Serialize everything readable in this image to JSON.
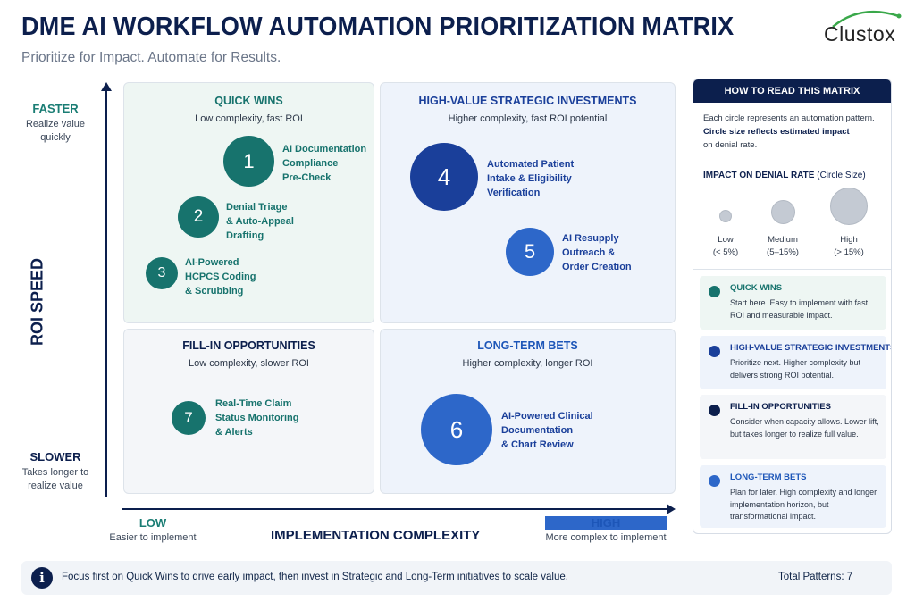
{
  "header": {
    "title": "DME AI WORKFLOW AUTOMATION PRIORITIZATION MATRIX",
    "subtitle": "Prioritize for Impact. Automate for Results.",
    "logo_text": "Clustox"
  },
  "axes": {
    "y_title": "ROI SPEED",
    "y_top_label": "FASTER",
    "y_top_desc": "Realize value quickly",
    "y_bottom_label": "SLOWER",
    "y_bottom_desc": "Takes longer to realize value",
    "x_title": "IMPLEMENTATION COMPLEXITY",
    "x_left_label": "LOW",
    "x_left_desc": "Easier to implement",
    "x_right_label": "HIGH",
    "x_right_desc": "More complex to implement"
  },
  "quadrants": {
    "quick_wins": {
      "title": "QUICK WINS",
      "subtitle": "Low complexity, fast ROI",
      "color": "#17736d"
    },
    "strategic": {
      "title": "HIGH-VALUE STRATEGIC INVESTMENTS",
      "subtitle": "Higher complexity, fast ROI potential",
      "color": "#1a3f9a"
    },
    "fill_in": {
      "title": "FILL-IN OPPORTUNITIES",
      "subtitle": "Low complexity, slower ROI",
      "color": "#0c1f4d"
    },
    "long_term": {
      "title": "LONG-TERM BETS",
      "subtitle": "Higher complexity, longer ROI",
      "color": "#1d56b8"
    }
  },
  "patterns": [
    {
      "number": "1",
      "line1": "AI Documentation",
      "line2": "Compliance",
      "line3": "Pre-Check",
      "impact": "High",
      "quadrant": "Quick Wins"
    },
    {
      "number": "2",
      "line1": "Denial Triage",
      "line2": "& Auto-Appeal",
      "line3": "Drafting",
      "impact": "Medium",
      "quadrant": "Quick Wins"
    },
    {
      "number": "3",
      "line1": "AI-Powered",
      "line2": "HCPCS Coding",
      "line3": "& Scrubbing",
      "impact": "Low",
      "quadrant": "Quick Wins"
    },
    {
      "number": "4",
      "line1": "Automated Patient",
      "line2": "Intake & Eligibility",
      "line3": "Verification",
      "impact": "High",
      "quadrant": "High-Value Strategic Investments"
    },
    {
      "number": "5",
      "line1": "AI Resupply",
      "line2": "Outreach &",
      "line3": "Order Creation",
      "impact": "Medium",
      "quadrant": "High-Value Strategic Investments"
    },
    {
      "number": "6",
      "line1": "AI-Powered Clinical",
      "line2": "Documentation",
      "line3": "& Chart Review",
      "impact": "High",
      "quadrant": "Long-Term Bets"
    },
    {
      "number": "7",
      "line1": "Real-Time Claim",
      "line2": "Status Monitoring",
      "line3": "& Alerts",
      "impact": "Medium",
      "quadrant": "Fill-In Opportunities"
    }
  ],
  "panel": {
    "title": "HOW TO READ THIS MATRIX",
    "desc_line1": "Each circle represents an automation pattern.",
    "desc_bold": "Circle size reflects estimated impact",
    "desc_line3": "on denial rate.",
    "impact_title": "IMPACT ON DENIAL RATE",
    "impact_title_note": "(Circle Size)",
    "sizes": [
      {
        "label": "Low",
        "range": "(< 5%)"
      },
      {
        "label": "Medium",
        "range": "(5–15%)"
      },
      {
        "label": "High",
        "range": "(> 15%)"
      }
    ],
    "legend": [
      {
        "title": "QUICK WINS",
        "desc": "Start here. Easy to implement with fast ROI and measurable impact.",
        "color": "#17736d",
        "bg": "#eef6f3"
      },
      {
        "title": "HIGH-VALUE STRATEGIC INVESTMENTS",
        "desc": "Prioritize next. Higher complexity but delivers strong ROI potential.",
        "color": "#1a3f9a",
        "bg": "#eef3fb"
      },
      {
        "title": "FILL-IN OPPORTUNITIES",
        "desc": "Consider when capacity allows. Lower lift, but takes longer to realize full value.",
        "color": "#0c1f4d",
        "bg": "#f4f6f9"
      },
      {
        "title": "LONG-TERM BETS",
        "desc": "Plan for later. High complexity and longer implementation horizon, but transformational impact.",
        "color": "#2d67c9",
        "bg": "#eef3fb"
      }
    ]
  },
  "footer": {
    "icon": "info-icon",
    "text": "Focus first on Quick Wins to drive early impact, then invest in Strategic and Long-Term initiatives to scale value.",
    "total": "Total Patterns: 7"
  }
}
